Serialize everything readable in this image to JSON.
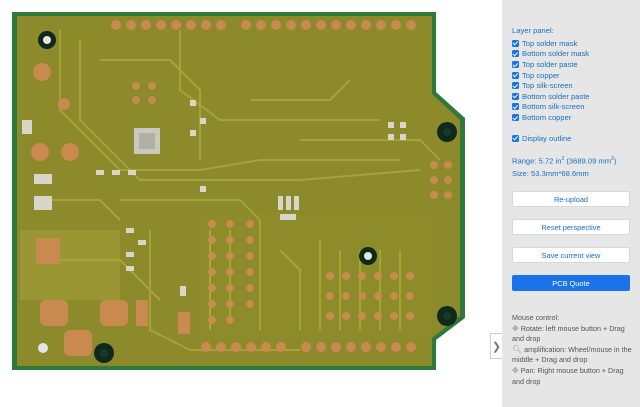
{
  "panel": {
    "layer_title": "Layer panel:",
    "layers": [
      {
        "label": "Top solder mask",
        "checked": true
      },
      {
        "label": "Bottom solder mask",
        "checked": true
      },
      {
        "label": "Top solder paste",
        "checked": true
      },
      {
        "label": "Top copper",
        "checked": true
      },
      {
        "label": "Top silk-screen",
        "checked": true
      },
      {
        "label": "Bottom solder paste",
        "checked": true
      },
      {
        "label": "Bottom silk-screen",
        "checked": true
      },
      {
        "label": "Bottom copper",
        "checked": true
      }
    ],
    "display_outline": {
      "label": "Display outline",
      "checked": true
    },
    "range": {
      "label": "Range:",
      "value": "5.72 in",
      "sup": "2",
      "detail": "(3689.09 mm",
      "detail_sup": "2",
      "detail_end": ")"
    },
    "size": {
      "label": "Size:",
      "value": "53.3mm*68.6mm"
    },
    "buttons": {
      "reupload": "Re-upload",
      "reset": "Reset perspective",
      "save": "Save current view",
      "quote": "PCB Quote"
    },
    "mouse": {
      "title": "Mouse control:",
      "rotate": "Rotate:  left mouse button + Drag and drop",
      "amplification": "amplification:  Wheel/mouse in the middle + Drag and drop",
      "pan": "Pan:  Right mouse button + Drag and drop"
    }
  },
  "colors": {
    "board": "#8c8a2a",
    "board_dark": "#6e6d1f",
    "copper_pad": "#c98a50",
    "silver_pad": "#d7d7c9",
    "trace": "#a9a63a",
    "hole": "#0f2a1c",
    "edge_green": "#2f7a3a",
    "accent": "#1a73e8"
  },
  "icons": [
    "collapse-arrow-icon",
    "move-icon",
    "zoom-icon",
    "pan-icon",
    "checkbox-icon"
  ]
}
